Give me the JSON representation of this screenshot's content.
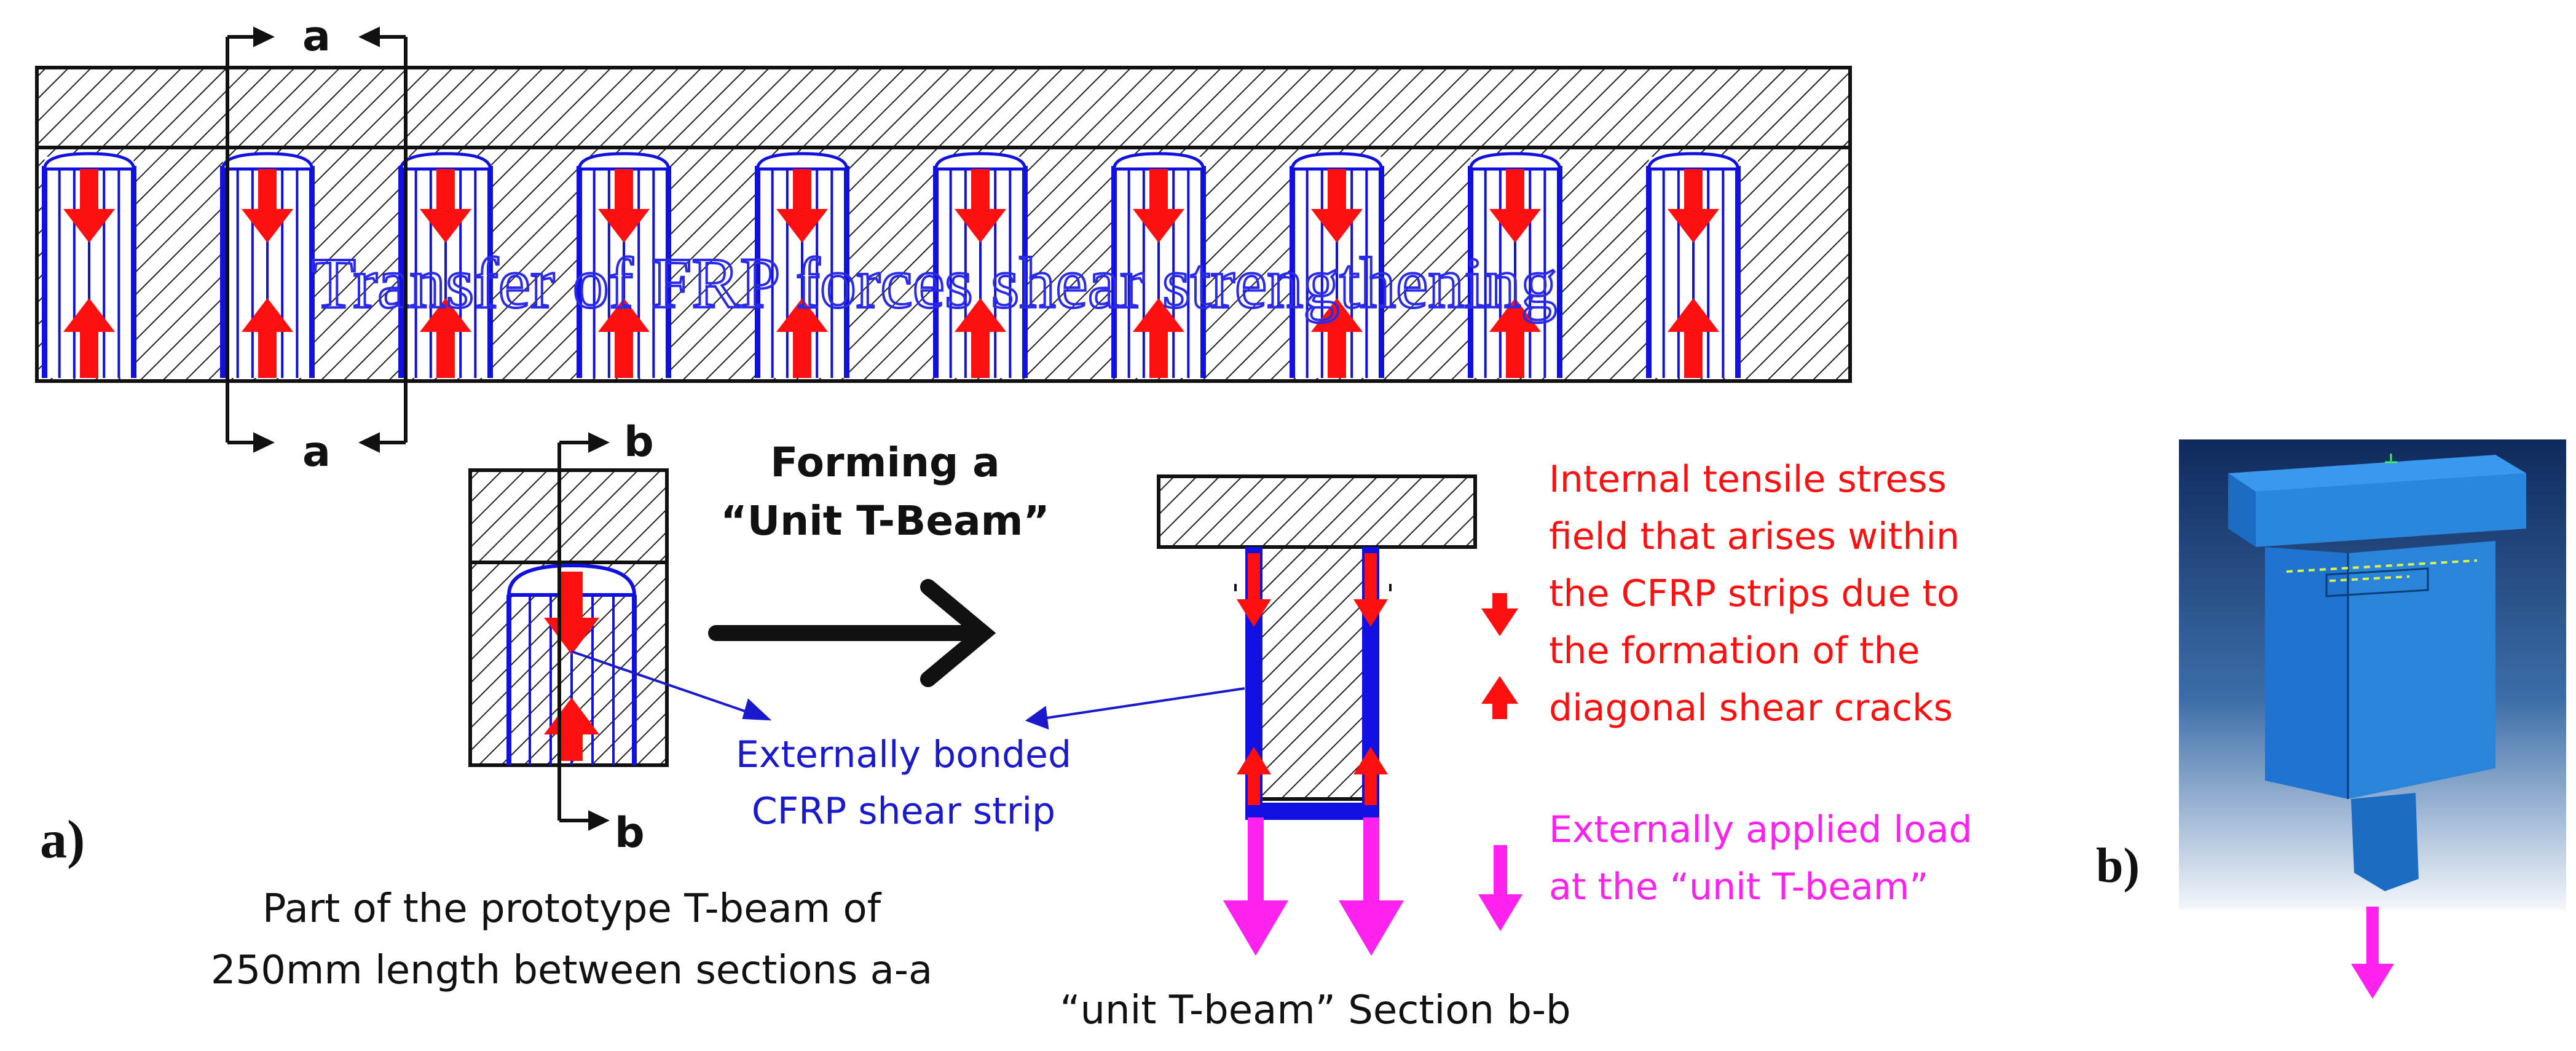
{
  "top_beam": {
    "overlay_text": "Transfer of FRP forces shear strengthening",
    "section_a_top": "a",
    "section_a_bottom": "a",
    "strip_count": 10
  },
  "unit_section": {
    "section_b_top": "b",
    "section_b_bottom": "b",
    "caption_line1": "Part of the prototype T-beam of",
    "caption_line2": "250mm length between sections a-a"
  },
  "forming": {
    "line1": "Forming a",
    "line2": "“Unit T-Beam”"
  },
  "strip_label": {
    "line1": "Externally bonded",
    "line2": "CFRP shear strip"
  },
  "t_beam": {
    "caption": "“unit T-beam” Section b-b"
  },
  "legend": {
    "tensile_line1": "Internal tensile stress",
    "tensile_line2": "field that arises within",
    "tensile_line3": "the CFRP strips due to",
    "tensile_line4": "the formation of the",
    "tensile_line5": "diagonal shear cracks",
    "load_line1": "Externally  applied load",
    "load_line2": "at the “unit T-beam”"
  },
  "panel_labels": {
    "a": "a)",
    "b": "b)"
  },
  "colors": {
    "strip_blue": "#1010e0",
    "stress_red": "#ff1010",
    "load_magenta": "#ff22ee",
    "label_blue": "#1a1acc",
    "render_blue": "#1e7fd8"
  }
}
